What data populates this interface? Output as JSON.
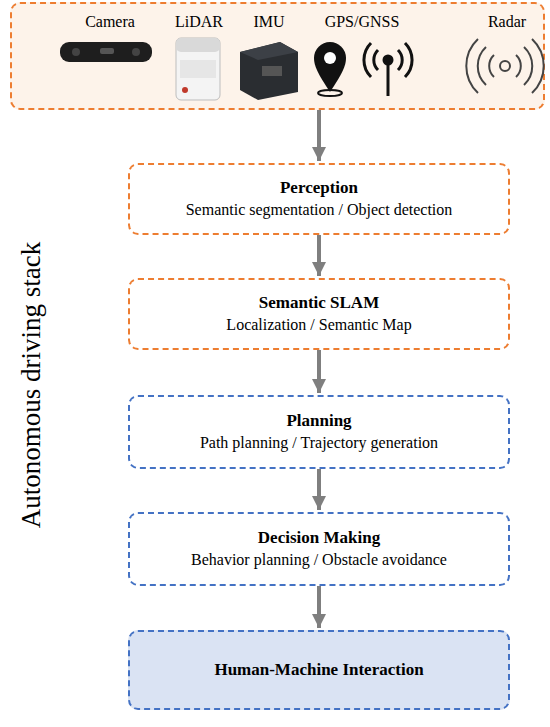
{
  "diagram": {
    "nodes": [
      {
        "text": [
          "Camera",
          "LiDAR",
          "IMU",
          "GPS/GNSS",
          "Radar"
        ]
      },
      {
        "text": [
          "Perception",
          "Semantic segmentation / Object detection"
        ]
      },
      {
        "text": [
          "Semantic SLAM",
          "Localization / Semantic Map"
        ]
      },
      {
        "text": [
          "Planning",
          "Path planning / Trajectory generation"
        ]
      },
      {
        "text": [
          "Decision Making",
          "Behavior planning / Obstacle avoidance"
        ]
      },
      {
        "text": [
          "Human-Machine Interaction"
        ]
      }
    ],
    "edges": [
      {
        "from": 0,
        "to": 1,
        "arrow": "to"
      },
      {
        "from": 1,
        "to": 2,
        "arrow": "to"
      },
      {
        "from": 2,
        "to": 3,
        "arrow": "to"
      },
      {
        "from": 3,
        "to": 4,
        "arrow": "to"
      },
      {
        "from": 4,
        "to": 5,
        "arrow": "to"
      }
    ],
    "labels": [
      "Autonomous driving stack"
    ]
  }
}
